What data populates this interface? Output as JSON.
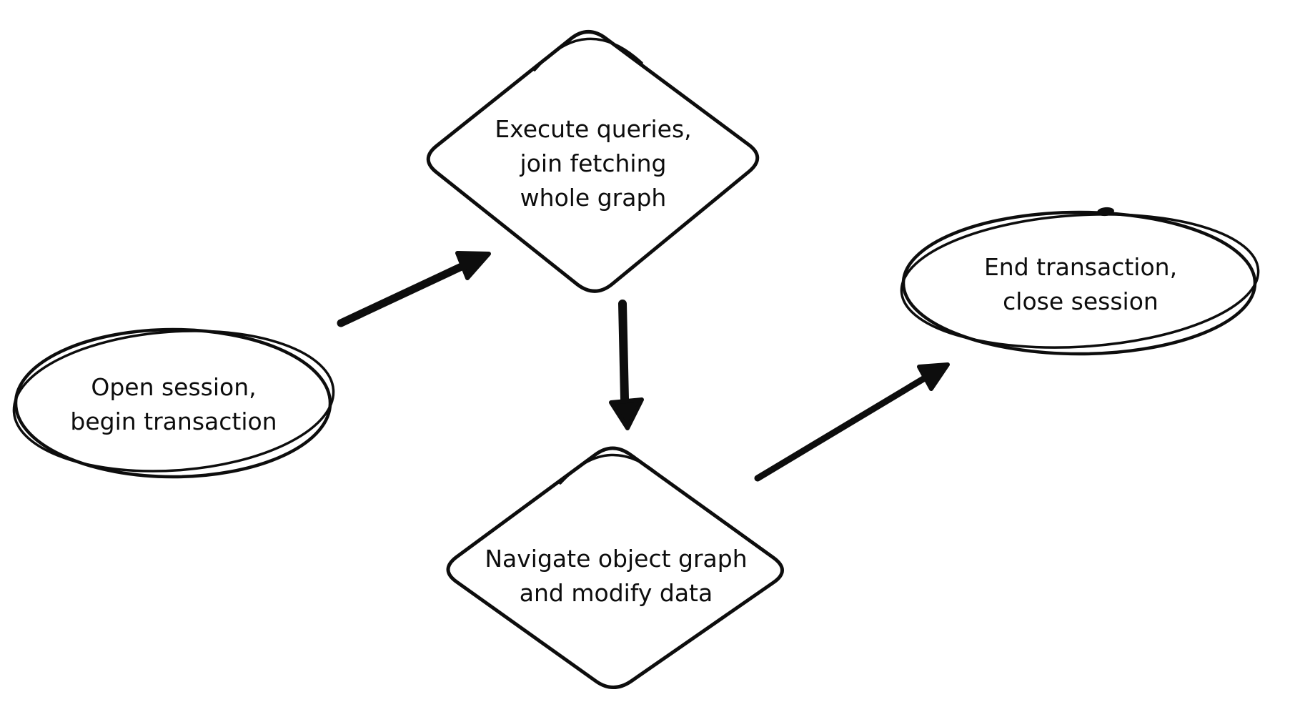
{
  "diagram": {
    "background_color": "#ffffff",
    "ink_color": "#0d0d0d",
    "style": "hand-drawn-whiteboard",
    "nodes": {
      "open_session": {
        "shape": "ellipse",
        "lines": [
          "Open session,",
          "begin transaction"
        ]
      },
      "execute_queries": {
        "shape": "diamond",
        "lines": [
          "Execute queries,",
          "join fetching",
          "whole graph"
        ]
      },
      "navigate_graph": {
        "shape": "diamond",
        "lines": [
          "Navigate object graph",
          "and modify data"
        ]
      },
      "end_transaction": {
        "shape": "ellipse",
        "lines": [
          "End transaction,",
          "close session"
        ]
      }
    },
    "edges": [
      {
        "from": "open_session",
        "to": "execute_queries",
        "style": "arrow"
      },
      {
        "from": "execute_queries",
        "to": "navigate_graph",
        "style": "arrow"
      },
      {
        "from": "navigate_graph",
        "to": "end_transaction",
        "style": "arrow"
      }
    ]
  }
}
